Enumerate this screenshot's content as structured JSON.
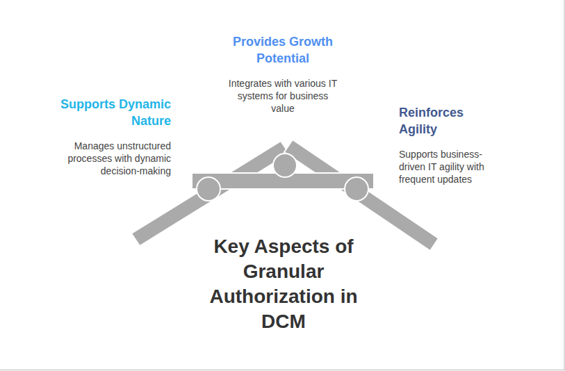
{
  "diagram": {
    "title": "Key Aspects of Granular Authorization in DCM",
    "nodes": [
      {
        "text": [
          "Supports Dynamic Nature",
          "Manages unstructured processes with dynamic decision-making"
        ]
      },
      {
        "text": [
          "Provides Growth Potential",
          "Integrates with various IT systems for business value"
        ]
      },
      {
        "text": [
          "Reinforces Agility",
          "Supports business- driven IT agility with frequent updates"
        ]
      }
    ]
  }
}
